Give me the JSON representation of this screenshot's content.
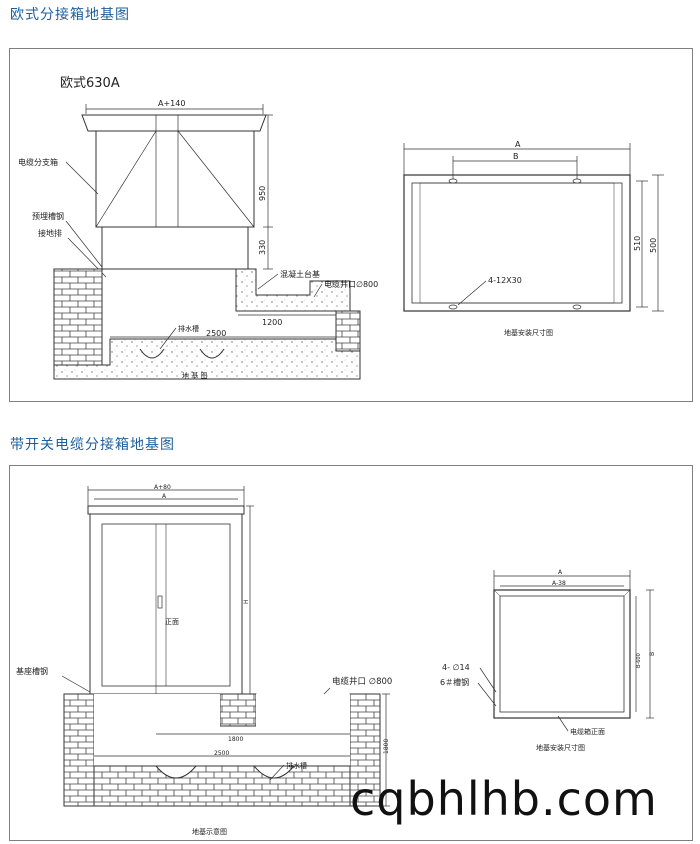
{
  "section1": {
    "title": "欧式分接箱地基图",
    "model_label": "欧式630A",
    "dim_top_width": "A+140",
    "dim_height_950": "950",
    "dim_height_330": "330",
    "dim_2500": "2500",
    "dim_1200": "1200",
    "callouts": {
      "cable_branch_box": "电缆分支箱",
      "embedded_channel": "预埋槽钢",
      "ground_bar": "接地排",
      "concrete_base": "混凝土台基",
      "cable_well": "电缆井口∅800",
      "drain": "排水槽"
    },
    "foundation_caption": "地 基 图",
    "install_plan": {
      "dim_A": "A",
      "dim_B": "B",
      "dim_510": "510",
      "dim_500": "500",
      "holes": "4-12X30",
      "caption": "地基安装尺寸图"
    }
  },
  "section2": {
    "title": "带开关电缆分接箱地基图",
    "dim_top_outer": "A+80",
    "dim_top_inner": "A",
    "dim_height": "H",
    "front_label": "正面",
    "callouts": {
      "base_channel": "基座槽钢",
      "cable_well": "电缆井口 ∅800",
      "drain": "排水槽"
    },
    "dim_1800_h": "1800",
    "dim_1800_v": "1800",
    "dim_2500": "2500",
    "foundation_caption": "地基示意图",
    "install_plan": {
      "dim_A": "A",
      "dim_A38": "A-38",
      "dim_B600": "B-600",
      "dim_B": "B",
      "holes": "4- ∅14",
      "steel": "6＃槽钢",
      "box_front": "电缆箱正面",
      "caption": "地基安装尺寸图"
    }
  },
  "watermark": "cqbhlhb.com"
}
